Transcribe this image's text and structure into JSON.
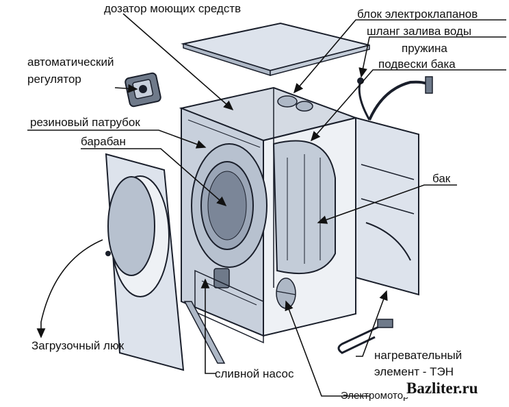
{
  "labels": {
    "detergent_dispenser": "дозатор моющих средств",
    "valve_block": "блок электроклапанов",
    "inlet_hose": "шланг залива воды",
    "spring_line1": "пружина",
    "spring_line2": "подвески бака",
    "auto_regulator_line1": "автоматический",
    "auto_regulator_line2": "регулятор",
    "rubber_pipe": "резиновый патрубок",
    "drum": "барабан",
    "tank": "бак",
    "loading_door": "Загрузочный люк",
    "heater_line1": "нагревательный",
    "heater_line2": "элемент - ТЭН",
    "drain_pump": "сливной насос",
    "motor": "Электромотор"
  },
  "watermark": "Bazliter.ru",
  "colors": {
    "body_fill": "#c8d0dc",
    "panel_fill": "#dde3ec",
    "stroke": "#1a1f2b",
    "drum_fill": "#b7c1cf"
  }
}
